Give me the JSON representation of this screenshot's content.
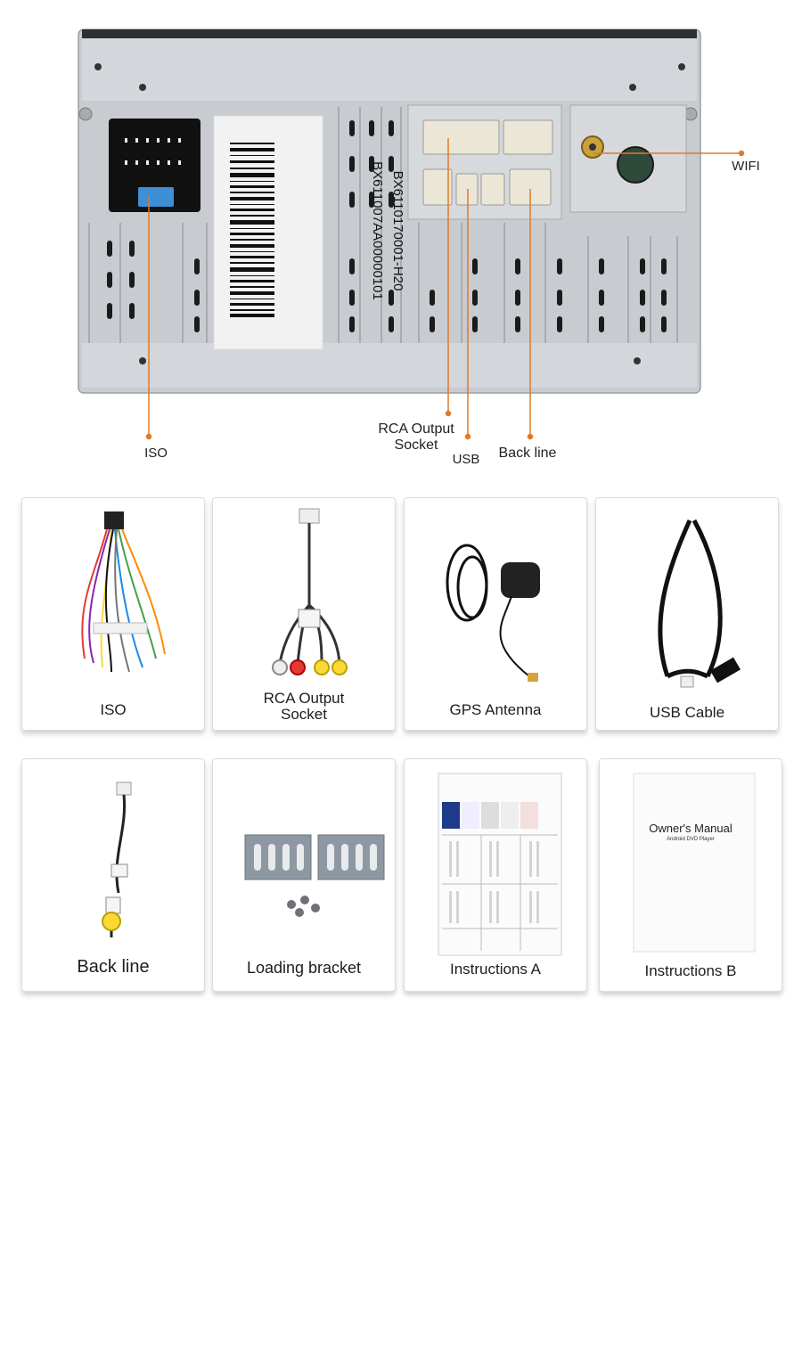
{
  "product_label": {
    "line1": "BX6110170001-H20",
    "line2": "BX611007AA00000101"
  },
  "callouts": {
    "iso": "ISO",
    "rca": "RCA Output\nSocket",
    "usb": "USB",
    "back_line": "Back line",
    "wifi": "WIFI"
  },
  "accessories": [
    {
      "label": "ISO",
      "icon": "iso-harness-icon"
    },
    {
      "label": "RCA Output\nSocket",
      "icon": "rca-cable-icon"
    },
    {
      "label": "GPS Antenna",
      "icon": "gps-antenna-icon"
    },
    {
      "label": "USB Cable",
      "icon": "usb-cable-icon"
    },
    {
      "label": "Back line",
      "icon": "back-line-cable-icon"
    },
    {
      "label": "Loading bracket",
      "icon": "bracket-icon"
    },
    {
      "label": "Instructions A",
      "icon": "instructions-sheet-icon"
    },
    {
      "label": "Instructions B",
      "icon": "manual-booklet-icon"
    }
  ],
  "manual_cover": {
    "title": "Owner's Manual",
    "subtitle": "Android DVD Player"
  },
  "colors": {
    "callout_line": "#e07a26",
    "panel": "#c9ccd1",
    "connector": "#ece6d6"
  }
}
